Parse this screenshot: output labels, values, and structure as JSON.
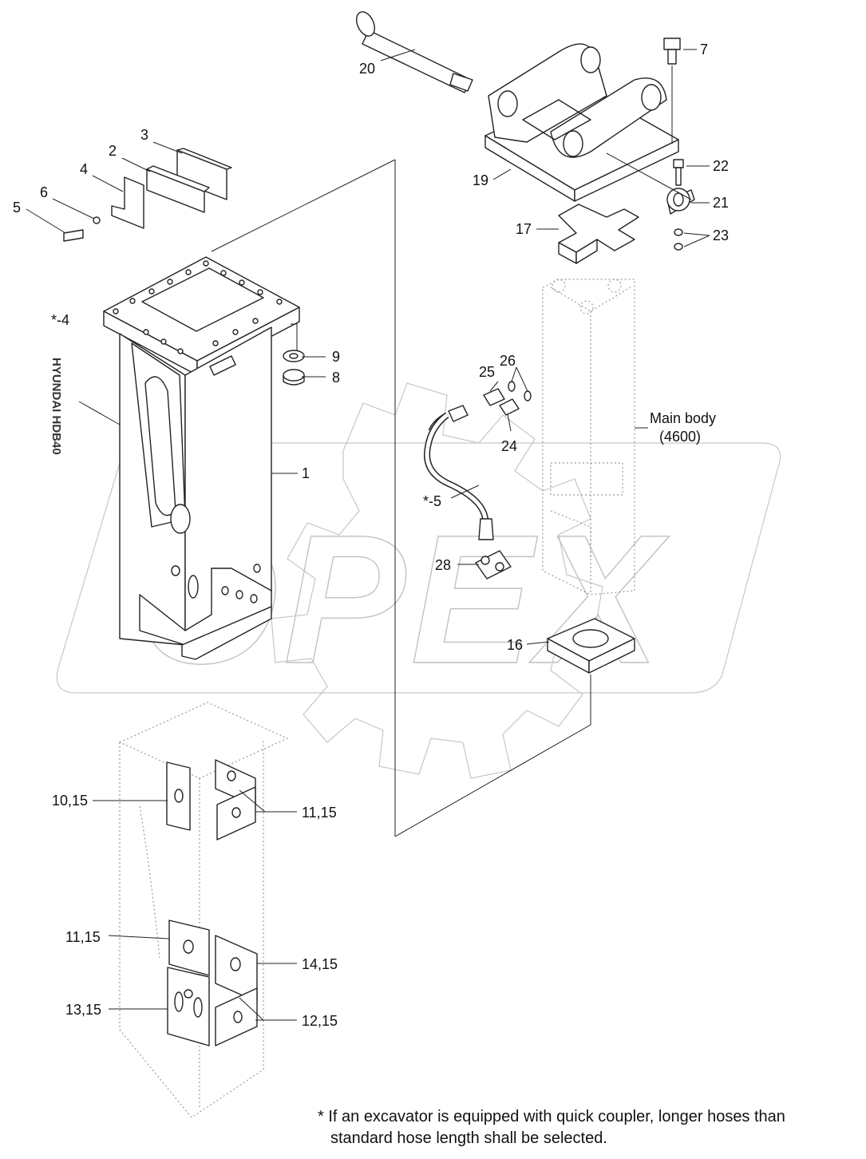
{
  "watermark": "OPEX",
  "labels": {
    "p1": "1",
    "p2": "2",
    "p3": "3",
    "p4": "4",
    "p5": "5",
    "p6": "6",
    "p7": "7",
    "p8": "8",
    "p9": "9",
    "p10": "10,15",
    "p11a": "11,15",
    "p11b": "11,15",
    "p12": "12,15",
    "p13": "13,15",
    "p14": "14,15",
    "p16": "16",
    "p17": "17",
    "p19": "19",
    "p20": "20",
    "p21": "21",
    "p22": "22",
    "p23": "23",
    "p24": "24",
    "p25": "25",
    "p26": "26",
    "p28": "28",
    "ref4": "*-4",
    "ref5": "*-5",
    "main_body_line1": "Main body",
    "main_body_line2": "(4600)"
  },
  "decal_text": "HYUNDAI HDB40",
  "footnote": {
    "line1": "* If an excavator is equipped with quick coupler, longer hoses than",
    "line2": "standard hose length shall be selected."
  }
}
